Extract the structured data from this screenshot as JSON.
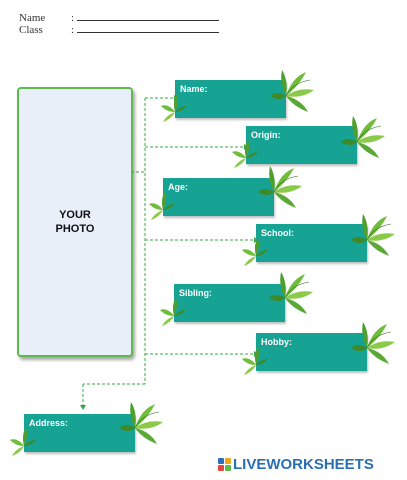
{
  "header": {
    "name_label": "Name",
    "class_label": "Class",
    "colon": ":"
  },
  "photo": {
    "text": "YOUR\nPHOTO"
  },
  "fields": [
    {
      "label": "Name:"
    },
    {
      "label": "Origin:"
    },
    {
      "label": "Age:"
    },
    {
      "label": "School:"
    },
    {
      "label": "Sibling:"
    },
    {
      "label": "Hobby:"
    },
    {
      "label": "Address:"
    }
  ],
  "brand": {
    "text": "LIVEWORKSHEETS",
    "icon": "liveworksheets-logo-icon"
  },
  "colors": {
    "tag": "#16a394",
    "photo_border": "#5dbb4b",
    "photo_fill": "#e9eff8",
    "connector": "#3aa84a",
    "brand": "#2a6fb6"
  }
}
